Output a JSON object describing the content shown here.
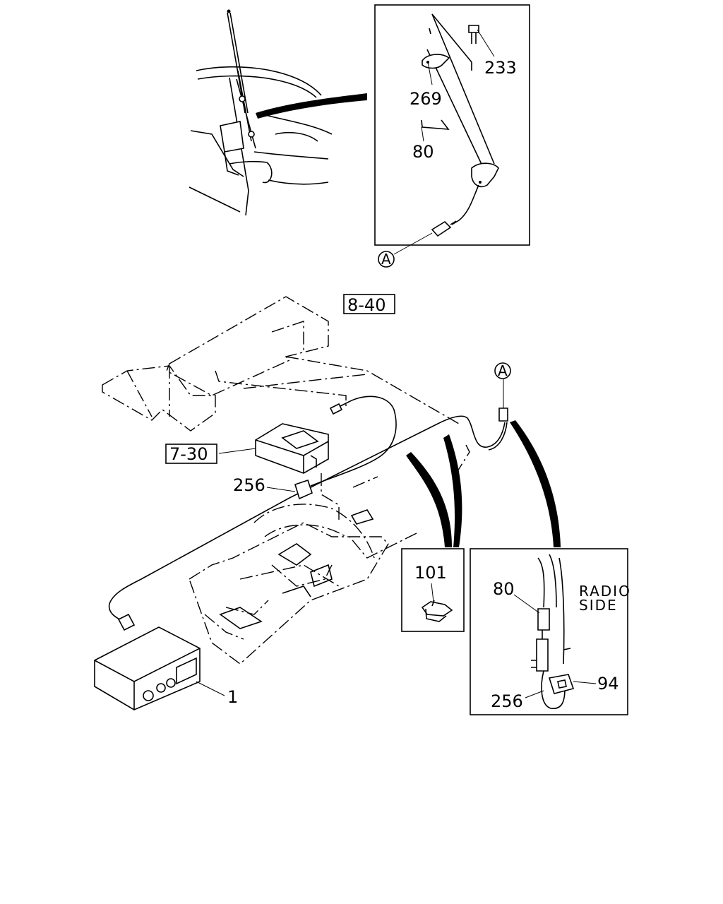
{
  "callouts": {
    "p233": "233",
    "p269": "269",
    "p80_top": "80",
    "circle_a_top": "A",
    "ref_8_40": "8-40",
    "circle_a_mid": "A",
    "ref_7_30": "7-30",
    "p256_main": "256",
    "p101": "101",
    "p80_inset": "80",
    "radio_side_line1": "RADIO",
    "radio_side_line2": "SIDE",
    "p94": "94",
    "p256_inset": "256",
    "p1": "1"
  }
}
